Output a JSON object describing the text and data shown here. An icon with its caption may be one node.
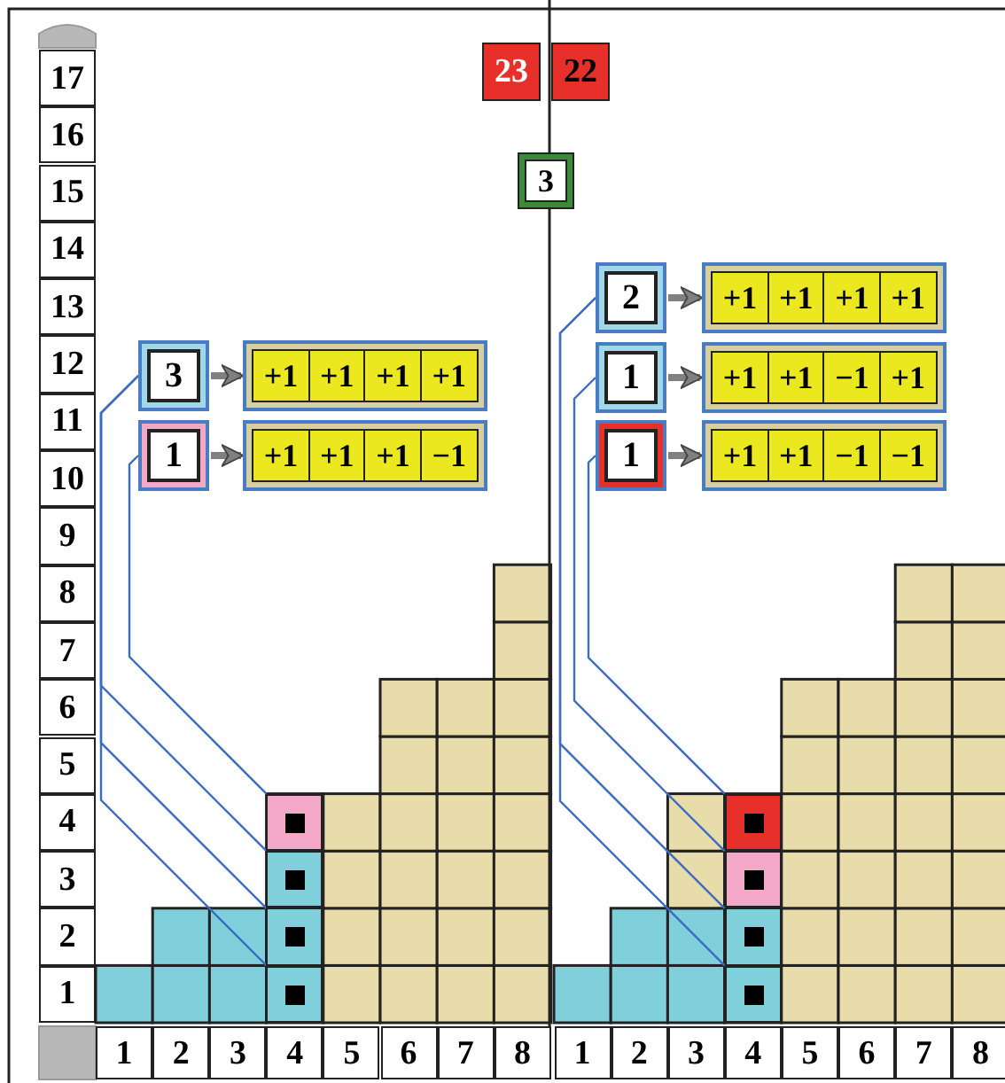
{
  "diagram": {
    "nodes": [
      {
        "text": [
          "23"
        ]
      },
      {
        "text": [
          "22"
        ]
      },
      {
        "text": [
          "3"
        ]
      },
      {
        "text": [
          "2"
        ]
      },
      {
        "text": [
          "+1",
          "+1",
          "+1",
          "+1"
        ]
      },
      {
        "text": [
          "3"
        ]
      },
      {
        "text": [
          "+1",
          "+1",
          "+1",
          "+1"
        ]
      },
      {
        "text": [
          "1"
        ]
      },
      {
        "text": [
          "+1",
          "+1",
          "−1",
          "+1"
        ]
      },
      {
        "text": [
          "1"
        ]
      },
      {
        "text": [
          "+1",
          "+1",
          "+1",
          "−1"
        ]
      },
      {
        "text": [
          "1"
        ]
      },
      {
        "text": [
          "+1",
          "+1",
          "−1",
          "−1"
        ]
      },
      {
        "text": [],
        "shape": "box"
      },
      {
        "text": [],
        "shape": "box"
      },
      {
        "text": [],
        "shape": "box"
      },
      {
        "text": [],
        "shape": "box"
      },
      {
        "text": [],
        "shape": "box"
      },
      {
        "text": [],
        "shape": "box"
      },
      {
        "text": [],
        "shape": "box"
      },
      {
        "text": [],
        "shape": "box"
      }
    ],
    "edges": [
      {
        "from": 3,
        "to": 4,
        "arrow": "to",
        "style": "thick",
        "color": "#808080"
      },
      {
        "from": 5,
        "to": 6,
        "arrow": "to",
        "style": "thick",
        "color": "#808080"
      },
      {
        "from": 7,
        "to": 8,
        "arrow": "to",
        "style": "thick",
        "color": "#808080"
      },
      {
        "from": 9,
        "to": 10,
        "arrow": "to",
        "style": "thick",
        "color": "#808080"
      },
      {
        "from": 11,
        "to": 12,
        "arrow": "to",
        "style": "thick",
        "color": "#808080"
      },
      {
        "from": 3,
        "to": 18,
        "arrow": "none"
      },
      {
        "from": 3,
        "to": 20,
        "arrow": "none"
      },
      {
        "from": 5,
        "to": 15,
        "arrow": "none"
      },
      {
        "from": 5,
        "to": 17,
        "arrow": "none"
      },
      {
        "from": 5,
        "to": 19,
        "arrow": "none"
      },
      {
        "from": 7,
        "to": 16,
        "arrow": "none"
      },
      {
        "from": 9,
        "to": 13,
        "arrow": "none"
      },
      {
        "from": 11,
        "to": 14,
        "arrow": "none"
      }
    ],
    "labels": [
      "17",
      "16",
      "15",
      "14",
      "13",
      "12",
      "11",
      "10",
      "9",
      "8",
      "7",
      "6",
      "5",
      "4",
      "3",
      "2",
      "1",
      "1",
      "2",
      "3",
      "4",
      "5",
      "6",
      "7",
      "8",
      "1",
      "2",
      "3",
      "4",
      "5",
      "6",
      "7",
      "8"
    ]
  }
}
